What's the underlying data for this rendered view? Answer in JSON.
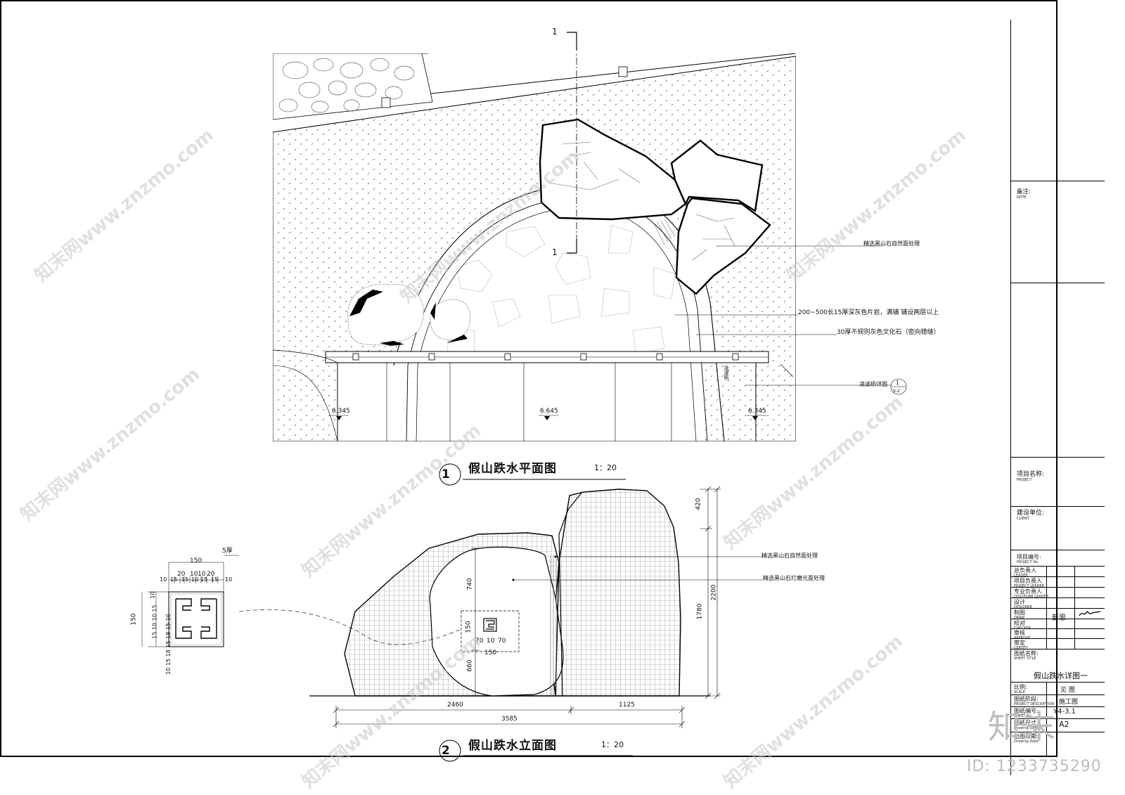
{
  "plan": {
    "title": "假山跌水平面图",
    "scale": "1：20",
    "section_mark": "1",
    "callouts": [
      "精选黑山石自然面处理",
      "200~500长15厚深灰色片岩，满铺 铺设两层以上",
      "30厚不规则灰色文化石（密向错缝）",
      "凌波桥详图"
    ],
    "bridge_ref_no": "1",
    "bridge_ref_sheet": "S-2",
    "levels": [
      "6.345",
      "6.645",
      "6.345"
    ],
    "bridge_label": "凌波桥"
  },
  "elevation": {
    "title": "假山跌水立面图",
    "scale": "1：20",
    "callouts": [
      "精选黑山石自然面处理",
      "精选黑山石打磨光面处理"
    ],
    "dims_v_right": [
      "420",
      "2200",
      "1780"
    ],
    "dims_v_left": [
      "740",
      "660"
    ],
    "dims_h": [
      "2460",
      "1125",
      "3585"
    ],
    "inner_dims": [
      "150",
      "70",
      "10",
      "70",
      "150"
    ]
  },
  "pattern_detail": {
    "thickness": "5厚",
    "top_total": "150",
    "top_parts": [
      "20",
      "10",
      "10",
      "20"
    ],
    "top_parts2": [
      "10",
      "15",
      "15",
      "10",
      "15",
      "15",
      "10"
    ],
    "left_total": "150",
    "left_parts": [
      "15",
      "10",
      "10",
      "15"
    ],
    "left_parts2": [
      "10",
      "15",
      "18",
      "15",
      "18",
      "15",
      "10"
    ],
    "inner_mid": "10"
  },
  "title_block": {
    "note": {
      "cn": "备注:",
      "en": "NOTE"
    },
    "project": {
      "cn": "项目名称:",
      "en": "PROJECT"
    },
    "client": {
      "cn": "建设单位:",
      "en": "CLIENT"
    },
    "project_no": {
      "cn": "项目编号:",
      "en": "PROJECT No."
    },
    "roles": [
      {
        "cn": "总负责人",
        "en": "LEADER"
      },
      {
        "cn": "项目负责人",
        "en": "PROJECT LEADER"
      },
      {
        "cn": "专业负责人",
        "en": "DISCIPLINE LEADER"
      },
      {
        "cn": "设计",
        "en": "DESIGNER"
      },
      {
        "cn": "制图",
        "en": "DRAW",
        "name": "彭思"
      },
      {
        "cn": "校对",
        "en": "CHECKER"
      },
      {
        "cn": "审核",
        "en": "APPROVE"
      },
      {
        "cn": "审定",
        "en": "CERTIFY"
      }
    ],
    "sheet_title_label": {
      "cn": "图纸名称:",
      "en": "SHEET TITLE"
    },
    "sheet_title": "假山跌水详图一",
    "scale_label": {
      "cn": "比例:",
      "en": "SCALE"
    },
    "scale_value": "见 图",
    "desc_label": {
      "cn": "图纸阶段:",
      "en": "PROJECT DESCRIPTION"
    },
    "desc_value": "施工图",
    "sheet_no_label": {
      "cn": "图纸编号:",
      "en": "SHEET No."
    },
    "sheet_no": "Y4-3.1",
    "size_label": {
      "cn": "图纸尺寸:",
      "en": "Drawing Size"
    },
    "size_value": "A2",
    "date_label": {
      "cn": "出图日期:",
      "en": "Drawing Date"
    }
  },
  "watermark": {
    "text": "知末网www.znzmo.com",
    "brand": "知末",
    "id": "ID: 1233735290"
  },
  "colors": {
    "line": "#000000",
    "watermark": "#c0c0c0"
  }
}
